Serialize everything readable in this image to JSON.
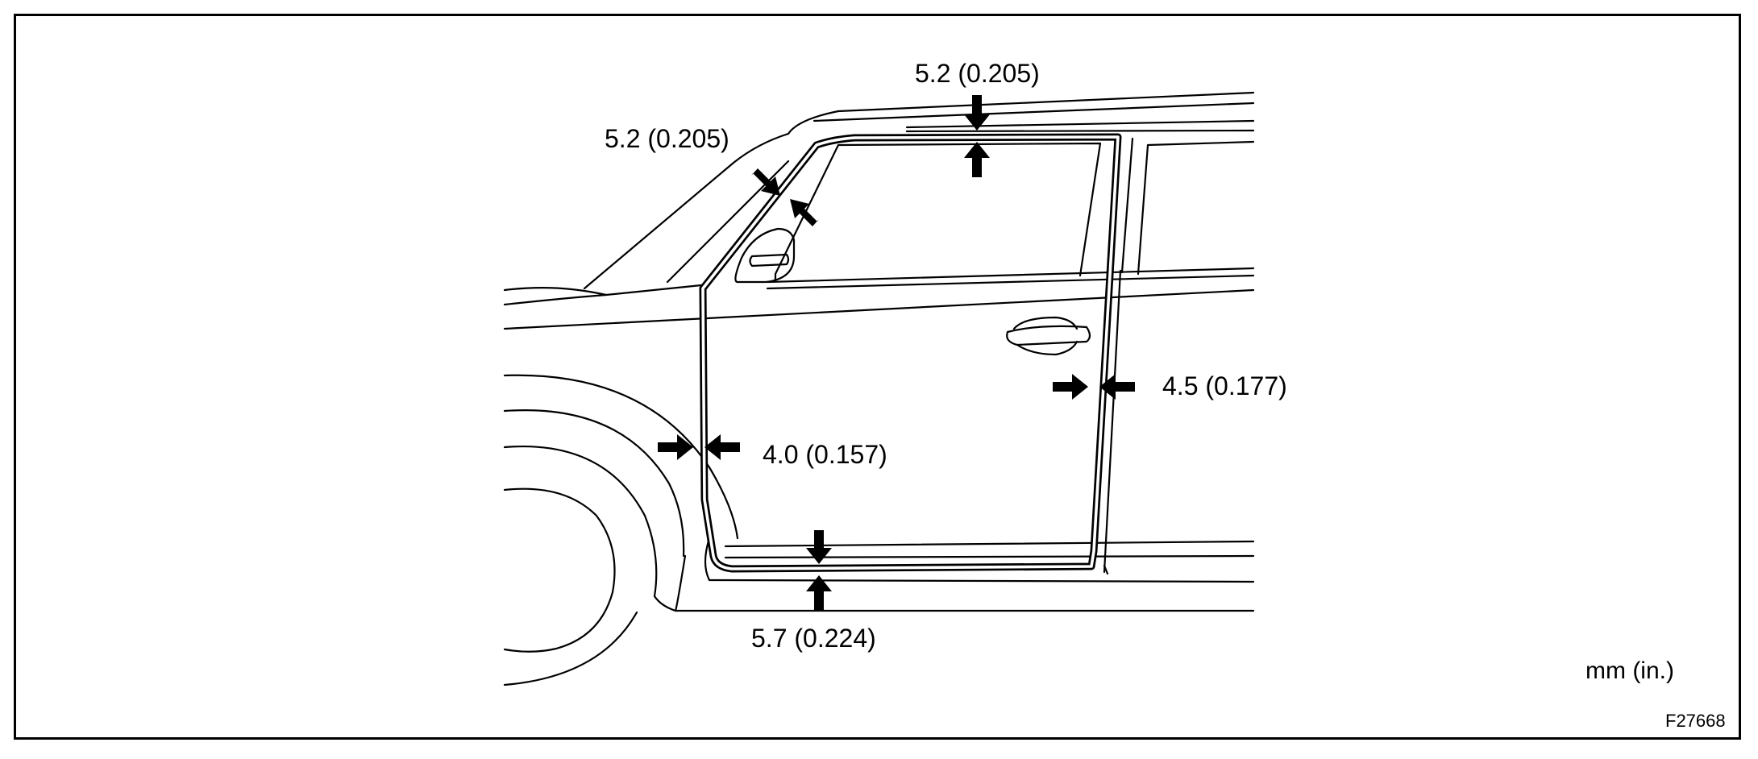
{
  "measurements": [
    {
      "id": "top-right",
      "value": "5.2",
      "inches": "(0.205)"
    },
    {
      "id": "top-left",
      "value": "5.2",
      "inches": "(0.205)"
    },
    {
      "id": "rear",
      "value": "4.5",
      "inches": "(0.177)"
    },
    {
      "id": "front",
      "value": "4.0",
      "inches": "(0.157)"
    },
    {
      "id": "bottom",
      "value": "5.7",
      "inches": "(0.224)"
    }
  ],
  "unit_label": "mm (in.)",
  "figure_id": "F27668",
  "colors": {
    "line": "#000000",
    "background": "#ffffff"
  }
}
